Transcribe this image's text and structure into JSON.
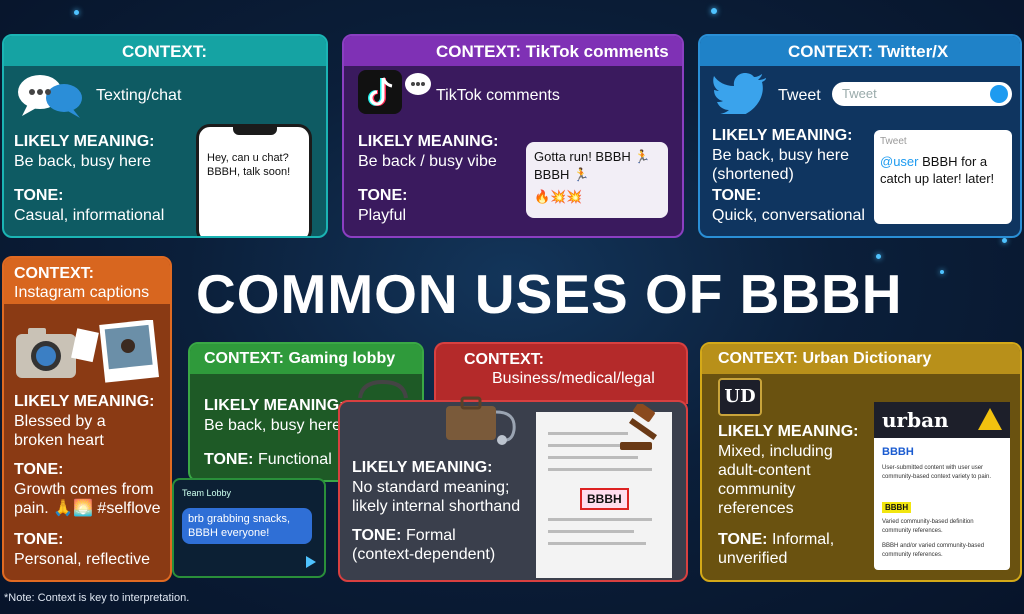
{
  "title": "COMMON USES OF BBBH",
  "note": "*Note: Context is key to interpretation.",
  "colors": {
    "texting": "#0f9a9a",
    "tiktok": "#7a2fa8",
    "twitter": "#1f7ec0",
    "instagram": "#c0581a",
    "gaming": "#2f8f3a",
    "business": "#b42a2a",
    "urban": "#b78f14"
  },
  "cards": {
    "texting": {
      "header": "CONTEXT:",
      "icon": "chat-bubbles-icon",
      "sub": "Texting/chat",
      "meaning_label": "LIKELY MEANING:",
      "meaning": "Be back, busy here",
      "tone_label": "TONE:",
      "tone": "Casual, informational",
      "phone_text": "Hey, can u chat? BBBH, talk soon!"
    },
    "tiktok": {
      "header": "CONTEXT: TikTok comments",
      "icon": "tiktok-icon",
      "sub": "TikTok comments",
      "meaning_label": "LIKELY MEANING:",
      "meaning": "Be back / busy vibe",
      "tone_label": "TONE:",
      "tone": "Playful",
      "bubble_line1": "Gotta run! BBBH 🏃",
      "bubble_line2": "BBBH 🏃",
      "bubble_emoji": "🔥💥💥"
    },
    "twitter": {
      "header": "CONTEXT: Twitter/X",
      "icon": "twitter-bird-icon",
      "sub": "Tweet",
      "search_placeholder": "Tweet",
      "meaning_label": "LIKELY MEANING:",
      "meaning1": "Be back, busy here",
      "meaning2": "(shortened)",
      "tone_label": "TONE:",
      "tone": "Quick, conversational",
      "tweet_label": "Tweet",
      "tweet_mention": "@user",
      "tweet_text": "BBBH for a catch up later! later!"
    },
    "instagram": {
      "header1": "CONTEXT:",
      "header2": "Instagram captions",
      "meaning_label": "LIKELY MEANING:",
      "meaning1": "Blessed by a",
      "meaning2": "broken heart",
      "tone_label": "TONE:",
      "tone1": "Growth comes from",
      "tone2": "pain. 🙏🌅 #selflove",
      "tone_label2": "TONE:",
      "tone3": "Personal, reflective"
    },
    "gaming": {
      "header": "CONTEXT: Gaming lobby",
      "meaning_label": "LIKELY MEANING:",
      "meaning": "Be back, busy here",
      "tone_label": "TONE:",
      "tone": "Functional",
      "lobby_title": "Team Lobby",
      "lobby_msg": "brb grabbing snacks, BBBH everyone!"
    },
    "business": {
      "header1": "CONTEXT:",
      "header2": "Business/medical/legal",
      "meaning_label": "LIKELY MEANING:",
      "meaning1": "No standard meaning;",
      "meaning2": "likely internal shorthand",
      "tone_label": "TONE:",
      "tone1": "Formal",
      "tone2": "(context-dependent)",
      "doc_tag": "BBBH"
    },
    "urban": {
      "header": "CONTEXT: Urban Dictionary",
      "badge": "UD",
      "meaning_label": "LIKELY MEANING:",
      "meaning1": "Mixed, including",
      "meaning2": "adult-content",
      "meaning3": "community",
      "meaning4": "references",
      "tone_label": "TONE:",
      "tone1": "Informal,",
      "tone2": "unverified",
      "panel_logo": "urban",
      "panel_word": "BBBH",
      "panel_def": "User-submitted content with user user community-based context variety to pain.",
      "panel_tag": "BBBH",
      "panel_def2": "Varied community-based definition community references.",
      "panel_def3": "BBBH and/or varied community-based community references."
    }
  }
}
